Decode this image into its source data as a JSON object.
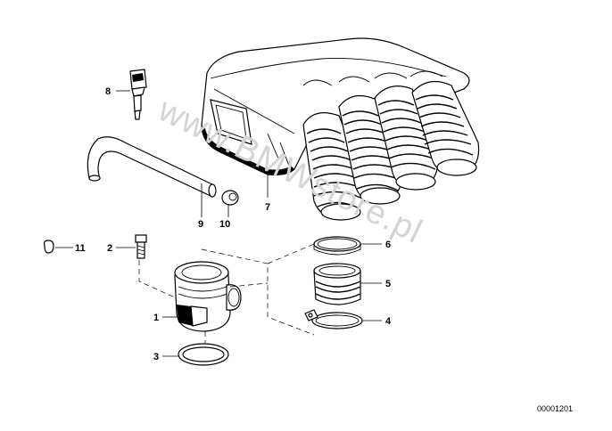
{
  "watermark": "www.BMWstore.pl",
  "document_number": "00001201",
  "callouts": {
    "p1": "1",
    "p2": "2",
    "p3": "3",
    "p4": "4",
    "p5": "5",
    "p6": "6",
    "p7": "7",
    "p8": "8",
    "p9": "9",
    "p10": "10",
    "p11": "11"
  }
}
